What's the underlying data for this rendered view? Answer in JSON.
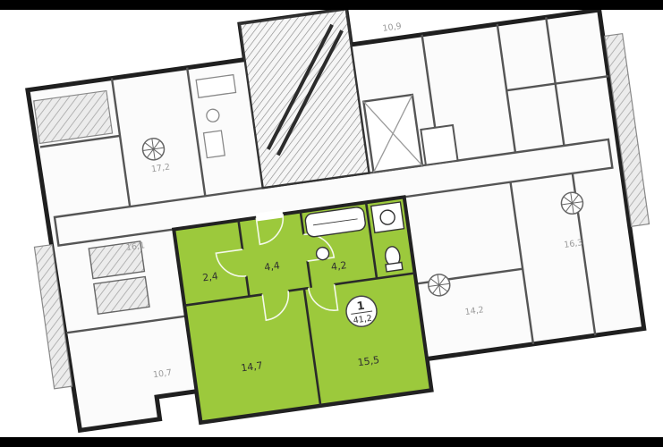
{
  "colors": {
    "apartment": "#9cc93c",
    "wall": "#1f1f1f",
    "neighbor_wall": "#555555",
    "room_label": "#2f2f2f",
    "neighbor_label": "#9a9a9a",
    "letterbox": "#000000"
  },
  "apartment": {
    "badge": {
      "number": "1",
      "area": "41,2"
    },
    "rooms": [
      {
        "name": "hallway",
        "label": "2,4"
      },
      {
        "name": "hall",
        "label": "4,4"
      },
      {
        "name": "bathroom",
        "label": "4,2"
      },
      {
        "name": "living-room",
        "label": "14,7"
      },
      {
        "name": "kitchen-living",
        "label": "15,5"
      }
    ]
  },
  "neighbors": [
    {
      "label": "17,2"
    },
    {
      "label": "10,9"
    },
    {
      "label": "16,1"
    },
    {
      "label": "10,7"
    },
    {
      "label": "14,2"
    },
    {
      "label": "16,3"
    }
  ]
}
